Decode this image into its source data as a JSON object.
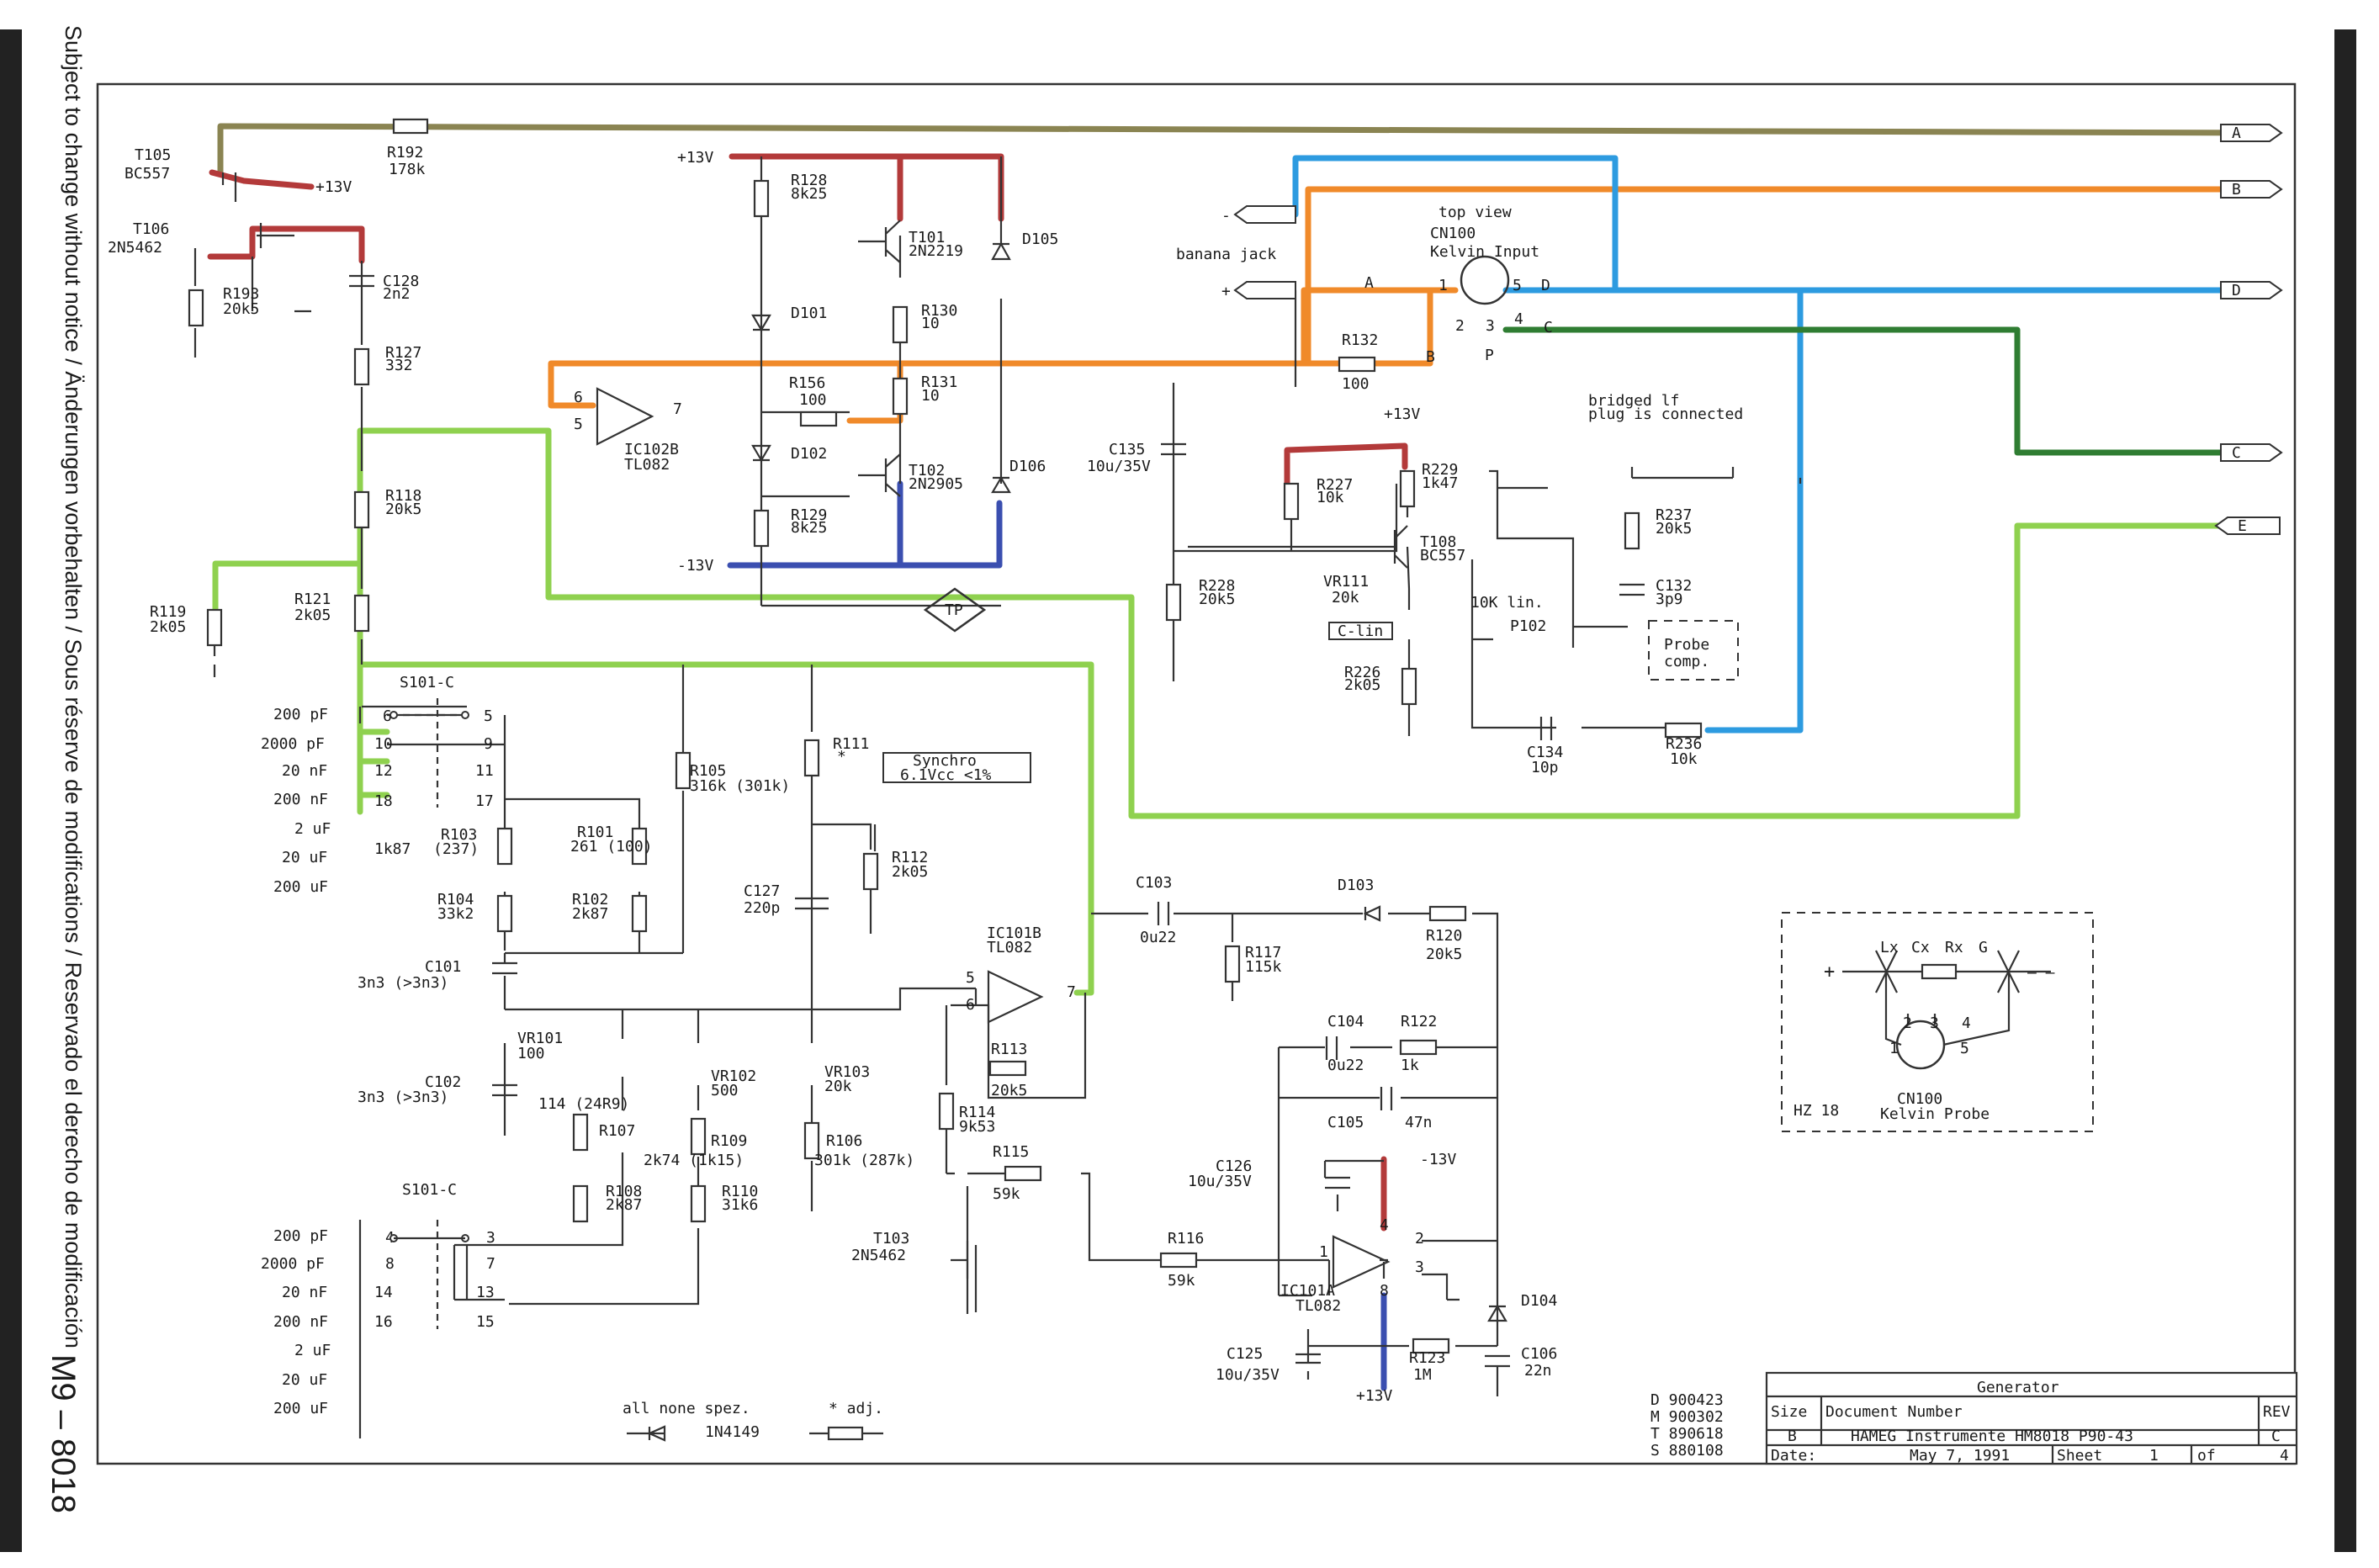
{
  "sidebar": {
    "notice": "Subject to change without notice / Änderungen vorbehalten / Sous réserve de modifications / Reservado el derecho de modificación",
    "page_code": "M9 – 8018"
  },
  "connectors": {
    "A": "A",
    "B": "B",
    "D": "D",
    "C": "C",
    "E": "E",
    "banana_jack": "banana jack",
    "minus": "-",
    "plus": "+",
    "top_view": "top view",
    "cn100": "CN100",
    "kelvin_input": "Kelvin Input",
    "pin1": "1",
    "pin2": "2",
    "pin3": "3",
    "pin4": "4",
    "pin5": "5",
    "pin_d": "D",
    "pin_c": "C",
    "pin_b": "B",
    "pin_p": "P",
    "wire_a": "A"
  },
  "components": {
    "t105": "T105",
    "t105_type": "BC557",
    "plus13_t105": "+13V",
    "t106": "T106",
    "t106_type": "2N5462",
    "r193": "R193",
    "r193_v": "20k5",
    "r192": "R192",
    "r192_v": "178k",
    "c128": "C128",
    "c128_v": "2n2",
    "r127": "R127",
    "r127_v": "332",
    "r118": "R118",
    "r118_v": "20k5",
    "r119": "R119",
    "r119_v": "2k05",
    "r121": "R121",
    "r121_v": "2k05",
    "plus13_top": "+13V",
    "minus13_mid": "-13V",
    "r128": "R128",
    "r128_v": "8k25",
    "r129": "R129",
    "r129_v": "8k25",
    "d101": "D101",
    "d102": "D102",
    "t101": "T101",
    "t101_type": "2N2219",
    "t102": "T102",
    "t102_type": "2N2905",
    "d105": "D105",
    "d106": "D106",
    "r130": "R130",
    "r130_v": "10",
    "r131": "R131",
    "r131_v": "10",
    "r156": "R156",
    "r156_v": "100",
    "ic102b": "IC102B",
    "ic102b_type": "TL082",
    "ic102b_p6": "6",
    "ic102b_p5": "5",
    "ic102b_p7": "7",
    "r132": "R132",
    "r132_v": "100",
    "c135": "C135",
    "c135_v": "10u/35V",
    "r228": "R228",
    "r228_v": "20k5",
    "plus13_right": "+13V",
    "r227": "R227",
    "r227_v": "10k",
    "r229": "R229",
    "r229_v": "1k47",
    "t108": "T108",
    "t108_type": "BC557",
    "vr111": "VR111",
    "vr111_v": "20k",
    "c_lin": "C-lin",
    "r226": "R226",
    "r226_v": "2k05",
    "p102_lin": "10K lin.",
    "p102": "P102",
    "bridged1": "bridged lf",
    "bridged2": "plug is connected",
    "r237": "R237",
    "r237_v": "20k5",
    "c132": "C132",
    "c132_v": "3p9",
    "probe1": "Probe",
    "probe2": "comp.",
    "c134": "C134",
    "c134_v": "10p",
    "r236": "R236",
    "r236_v": "10k",
    "s101c_top": "S101-C",
    "s101c_bot": "S101-C",
    "r105": "R105",
    "r105_v": "316k (301k)",
    "r111": "R111",
    "r111_v": "*",
    "tp": "TP",
    "synchro1": "Synchro",
    "synchro2": "6.1Vcc <1%",
    "r112": "R112",
    "r112_v": "2k05",
    "r103": "R103",
    "r103_v1": "1k87",
    "r103_v2": "(237)",
    "r101": "R101",
    "r101_v": "261 (100)",
    "r104": "R104",
    "r104_v": "33k2",
    "r102": "R102",
    "r102_v": "2k87",
    "c127": "C127",
    "c127_v": "220p",
    "c101": "C101",
    "c101_v": "3n3 (>3n3)",
    "c102": "C102",
    "c102_v": "3n3 (>3n3)",
    "vr101": "VR101",
    "vr101_v": "100",
    "vr101_x": "114 (24R9)",
    "r107": "R107",
    "r108": "R108",
    "r108_v": "2k87",
    "vr102": "VR102",
    "vr102_v": "500",
    "r109": "R109",
    "r109_v": "2k74 (1k15)",
    "r110": "R110",
    "r110_v": "31k6",
    "vr103": "VR103",
    "vr103_v": "20k",
    "r106": "R106",
    "r106_v": "301k (287k)",
    "ic101b": "IC101B",
    "ic101b_type": "TL082",
    "ic101b_p5": "5",
    "ic101b_p6": "6",
    "ic101b_p7": "7",
    "r113": "R113",
    "r113_v": "20k5",
    "r114": "R114",
    "r114_v": "9k53",
    "r115": "R115",
    "r115_v": "59k",
    "t103": "T103",
    "t103_type": "2N5462",
    "r116": "R116",
    "r116_v": "59k",
    "c103": "C103",
    "c103_v": "0u22",
    "r117": "R117",
    "r117_v": "115k",
    "d103": "D103",
    "r120": "R120",
    "r120_v": "20k5",
    "c104": "C104",
    "c104_v": "0u22",
    "r122": "R122",
    "r122_v": "1k",
    "c105": "C105",
    "c105_v": "47n",
    "c126": "C126",
    "c126_v": "10u/35V",
    "minus13_bot": "-13V",
    "ic101a": "IC101A",
    "ic101a_type": "TL082",
    "ic101a_p1": "1",
    "ic101a_p2": "2",
    "ic101a_p3": "3",
    "ic101a_p4": "4",
    "ic101a_p8": "8",
    "d104": "D104",
    "c125": "C125",
    "c125_v": "10u/35V",
    "r123": "R123",
    "r123_v": "1M",
    "c106": "C106",
    "c106_v": "22n",
    "plus13_bot": "+13V"
  },
  "switch_top": {
    "ranges": [
      "200 pF",
      "2000 pF",
      "20 nF",
      "200 nF",
      "2 uF",
      "20 uF",
      "200 uF"
    ],
    "left_pins": [
      "6",
      "10",
      "12",
      "18"
    ],
    "right_pins": [
      "5",
      "9",
      "11",
      "17"
    ]
  },
  "switch_bottom": {
    "ranges": [
      "200 pF",
      "2000 pF",
      "20 nF",
      "200 nF",
      "2 uF",
      "20 uF",
      "200 uF"
    ],
    "left_pins": [
      "4",
      "8",
      "14",
      "16"
    ],
    "right_pins": [
      "3",
      "7",
      "13",
      "15"
    ]
  },
  "legend": {
    "diode_note": "all none spez.",
    "diode_type": "1N4149",
    "adj_note": "* adj."
  },
  "probe_box": {
    "lx": "Lx",
    "cx": "Cx",
    "rx": "Rx",
    "g": "G",
    "plus": "+",
    "minus": "– –",
    "cn100": "CN100",
    "hz18": "HZ 18",
    "kelvin_probe": "Kelvin Probe",
    "pins": [
      "1",
      "2",
      "3",
      "4",
      "5"
    ]
  },
  "revisions": [
    "D 900423",
    "M 900302",
    "T 890618",
    "S 880108"
  ],
  "title_block": {
    "title": "Generator",
    "size_label": "Size",
    "size": "B",
    "docnum_label": "Document Number",
    "docnum": "HAMEG Instrumente HM8018 P90-43",
    "rev_label": "REV",
    "rev": "C",
    "date_label": "Date:",
    "date": "May 7, 1991",
    "sheet_label": "Sheet",
    "sheet": "1",
    "of_label": "of",
    "sheet_total": "4"
  },
  "colors": {
    "net_a": "#8a8452",
    "net_b": "#f08a2a",
    "net_d": "#2d9be0",
    "net_c": "#2f7d32",
    "net_e": "#8fd14f",
    "supply_pos": "#b33a3a",
    "supply_neg": "#3b4fb0"
  }
}
